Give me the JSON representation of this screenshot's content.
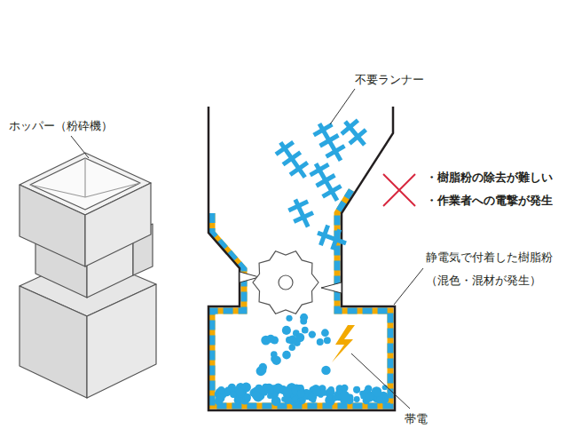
{
  "diagram": {
    "labels": [
      "ホッパー（粉砕機）",
      "不要ランナー",
      "・樹脂粉の除去が難しい",
      "・作業者への電撃が発生",
      "静電気で付着した樹脂粉",
      "（混色・混材が発生）",
      "帯電"
    ]
  }
}
